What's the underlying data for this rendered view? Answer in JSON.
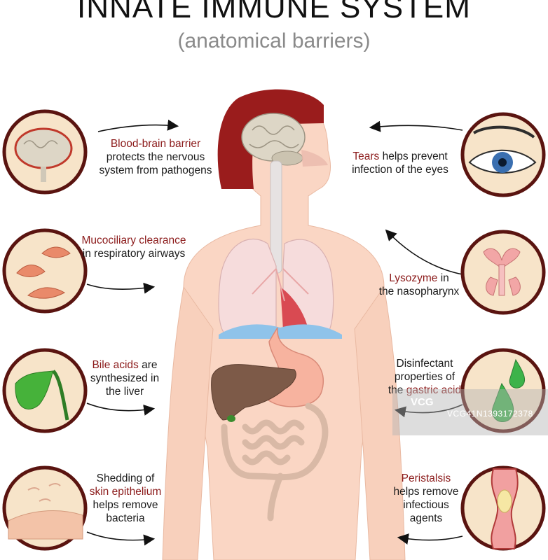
{
  "header": {
    "title": "INNATE IMMUNE SYSTEM",
    "subtitle": "(anatomical barriers)"
  },
  "barriers": [
    {
      "id": "blood-brain",
      "highlight": "Blood-brain barrier",
      "rest": "protects  the nervous system from pathogens",
      "side": "left",
      "icon": "brain-icon"
    },
    {
      "id": "mucociliary",
      "highlight": "Mucociliary clearance",
      "rest": "in respiratory airways",
      "side": "left",
      "icon": "cilia-icon"
    },
    {
      "id": "bile",
      "highlight": "Bile acids",
      "rest_inline": " are",
      "rest": "synthesized in the liver",
      "side": "left",
      "icon": "gallbladder-icon"
    },
    {
      "id": "skin",
      "pre": "Shedding of",
      "highlight": "skin epithelium",
      "rest": "helps remove bacteria",
      "side": "left",
      "icon": "skin-icon"
    },
    {
      "id": "tears",
      "highlight": "Tears",
      "rest_inline": " helps prevent",
      "rest": "infection of the eyes",
      "side": "right",
      "icon": "eye-icon"
    },
    {
      "id": "lysozyme",
      "highlight": "Lysozyme",
      "rest_inline": " in",
      "rest": "the nasopharynx",
      "side": "right",
      "icon": "nasal-cavity-icon"
    },
    {
      "id": "gastric",
      "pre": "Disinfectant properties of",
      "pre_inline": "the ",
      "highlight": "gastric acid",
      "side": "right",
      "icon": "acid-drops-icon"
    },
    {
      "id": "peristalsis",
      "highlight": "Peristalsis",
      "rest": "helps remove infectious agents",
      "side": "right",
      "icon": "peristalsis-icon"
    }
  ],
  "watermark": {
    "logo": "VCG",
    "text": "VCG41N1393172378"
  },
  "colors": {
    "highlight": "#8b1a1a",
    "skin": "#f9d6c3",
    "hair": "#9a1c1c",
    "circle_border": "#5a1410",
    "circle_fill": "#f7e4c9"
  }
}
